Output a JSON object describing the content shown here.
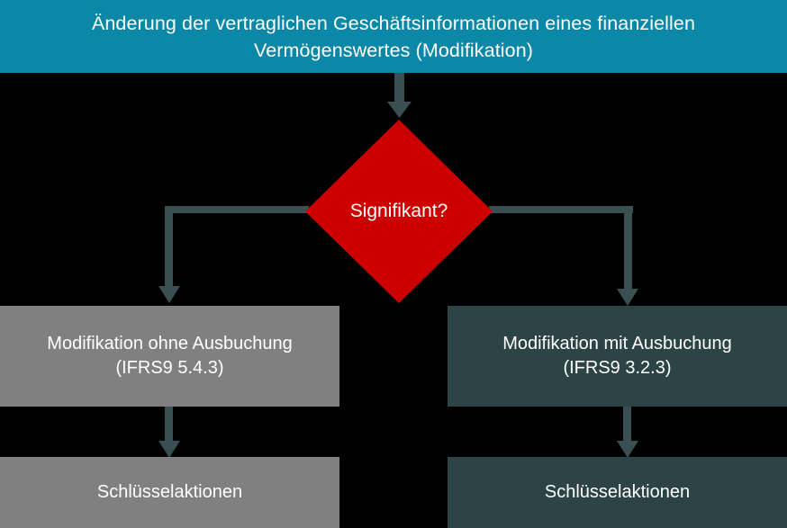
{
  "header": {
    "title": "Änderung der vertraglichen Geschäftsinformationen eines finanziellen\nVermögenswertes (Modifikation)",
    "background_color": "#0b87a8",
    "text_color": "#ffffff"
  },
  "decision": {
    "label": "Signifikant?",
    "shape": "diamond",
    "fill_color": "#cc0000",
    "text_color": "#ffffff"
  },
  "branches": {
    "left": {
      "main_box": {
        "text": "Modifikation ohne Ausbuchung\n(IFRS9 5.4.3)",
        "fill_color": "#808080",
        "text_color": "#ffffff"
      },
      "actions_box": {
        "text": "Schlüsselaktionen",
        "fill_color": "#808080",
        "text_color": "#ffffff"
      }
    },
    "right": {
      "main_box": {
        "text": "Modifikation mit Ausbuchung\n(IFRS9 3.2.3)",
        "fill_color": "#2d4446",
        "text_color": "#ffffff"
      },
      "actions_box": {
        "text": "Schlüsselaktionen",
        "fill_color": "#2d4446",
        "text_color": "#ffffff"
      }
    }
  },
  "connectors": {
    "color": "#3a4f52",
    "arrow_count": 5,
    "canvas_background": "#000000"
  }
}
